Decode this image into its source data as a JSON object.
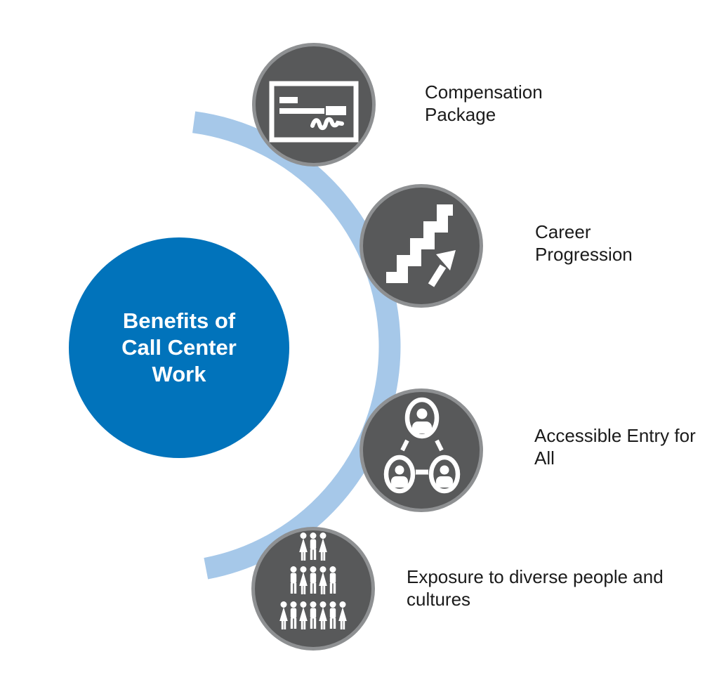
{
  "title": {
    "text": "Benefits of Call Center Work",
    "lines": [
      "Benefits of",
      "Call Center",
      "Work"
    ]
  },
  "benefits": [
    {
      "label": "Compensation Package",
      "icon": "paycheck-icon"
    },
    {
      "label": "Career Progression",
      "icon": "career-stairs-icon"
    },
    {
      "label": "Accessible Entry for All",
      "icon": "people-network-icon"
    },
    {
      "label": "Exposure to diverse people and cultures",
      "icon": "diverse-crowd-icon"
    }
  ],
  "colors": {
    "center_circle": "#0173BB",
    "arc": "#A6C8E9",
    "node_fill": "#58595A",
    "node_border": "#8E9092",
    "icon": "#FFFFFF",
    "label_text": "#1B1B1B",
    "background": "#FFFFFF"
  }
}
